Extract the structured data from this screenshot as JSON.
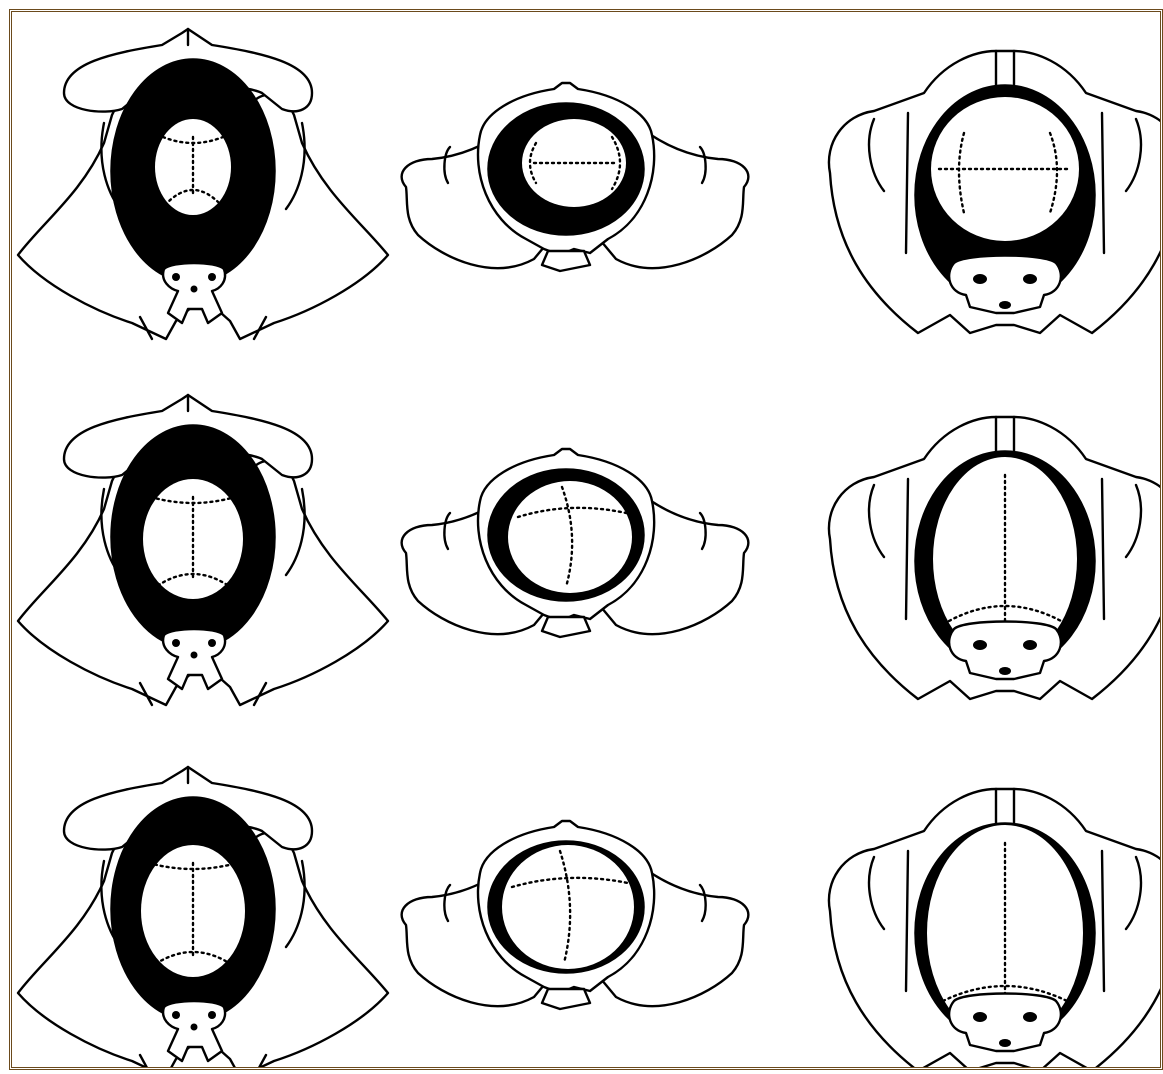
{
  "figure": {
    "rows": [
      {
        "panels": [
          "inlet-view",
          "oblique-view",
          "outlet-view"
        ],
        "rotation": [
          0,
          0,
          0
        ]
      },
      {
        "panels": [
          "inlet-view",
          "oblique-view",
          "outlet-view"
        ],
        "rotation": [
          1,
          1,
          1
        ]
      },
      {
        "panels": [
          "inlet-view",
          "oblique-view",
          "outlet-view"
        ],
        "rotation": [
          2,
          2,
          2
        ]
      }
    ]
  },
  "colors": {
    "frame": "#6b4a1c",
    "ink": "#000000",
    "background": "#ffffff"
  }
}
